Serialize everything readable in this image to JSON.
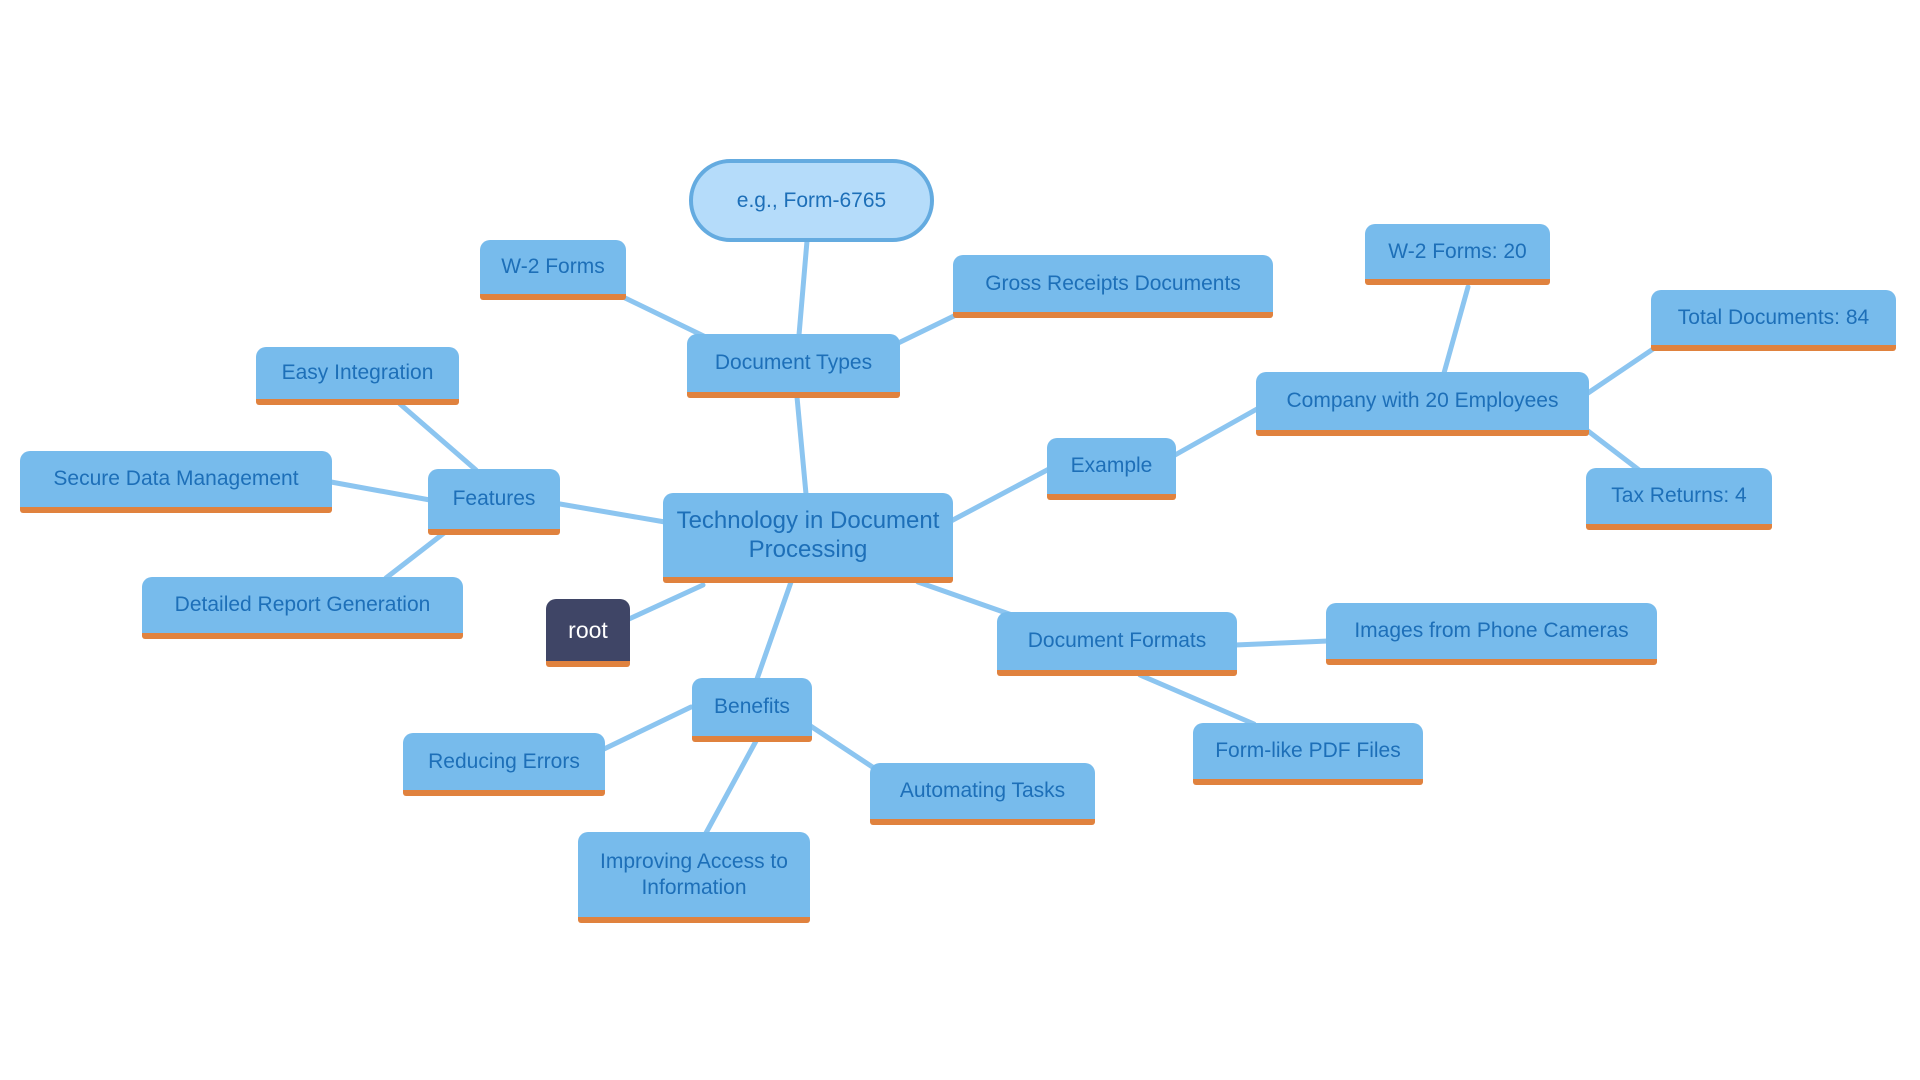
{
  "diagram_type": "mindmap",
  "colors": {
    "node-fill": "#77bbec",
    "node-text": "#1d6fb8",
    "underline": "#e0823e",
    "link": "#8cc5f0",
    "root-fill": "#3f4566",
    "root-text": "#ffffff",
    "pill-fill": "#b5dcfa",
    "pill-border": "#64abe0",
    "bg": "#ffffff"
  },
  "nodes": {
    "root": {
      "label": "root"
    },
    "center": {
      "label": "Technology in Document Processing"
    },
    "document_types": {
      "label": "Document Types"
    },
    "w2_forms": {
      "label": "W-2 Forms"
    },
    "form_6765": {
      "label": "e.g., Form-6765"
    },
    "gross_receipts": {
      "label": "Gross Receipts Documents"
    },
    "example": {
      "label": "Example"
    },
    "company_20_employees": {
      "label": "Company with 20 Employees"
    },
    "w2_forms_20": {
      "label": "W-2 Forms: 20"
    },
    "total_documents_84": {
      "label": "Total Documents: 84"
    },
    "tax_returns_4": {
      "label": "Tax Returns: 4"
    },
    "features": {
      "label": "Features"
    },
    "easy_integration": {
      "label": "Easy Integration"
    },
    "secure_data_management": {
      "label": "Secure Data Management"
    },
    "detailed_report_generation": {
      "label": "Detailed Report Generation"
    },
    "document_formats": {
      "label": "Document Formats"
    },
    "images_phone_cameras": {
      "label": "Images from Phone Cameras"
    },
    "form_like_pdf_files": {
      "label": "Form-like PDF Files"
    },
    "benefits": {
      "label": "Benefits"
    },
    "reducing_errors": {
      "label": "Reducing Errors"
    },
    "automating_tasks": {
      "label": "Automating Tasks"
    },
    "improving_access": {
      "label": "Improving Access to Information"
    }
  },
  "edges": [
    [
      "root",
      "center"
    ],
    [
      "center",
      "document_types"
    ],
    [
      "document_types",
      "w2_forms"
    ],
    [
      "w2_forms",
      "form_6765"
    ],
    [
      "document_types",
      "gross_receipts"
    ],
    [
      "center",
      "example"
    ],
    [
      "example",
      "company_20_employees"
    ],
    [
      "company_20_employees",
      "w2_forms_20"
    ],
    [
      "company_20_employees",
      "total_documents_84"
    ],
    [
      "company_20_employees",
      "tax_returns_4"
    ],
    [
      "center",
      "features"
    ],
    [
      "features",
      "easy_integration"
    ],
    [
      "features",
      "secure_data_management"
    ],
    [
      "features",
      "detailed_report_generation"
    ],
    [
      "center",
      "document_formats"
    ],
    [
      "document_formats",
      "images_phone_cameras"
    ],
    [
      "document_formats",
      "form_like_pdf_files"
    ],
    [
      "center",
      "benefits"
    ],
    [
      "benefits",
      "reducing_errors"
    ],
    [
      "benefits",
      "automating_tasks"
    ],
    [
      "benefits",
      "improving_access"
    ]
  ]
}
